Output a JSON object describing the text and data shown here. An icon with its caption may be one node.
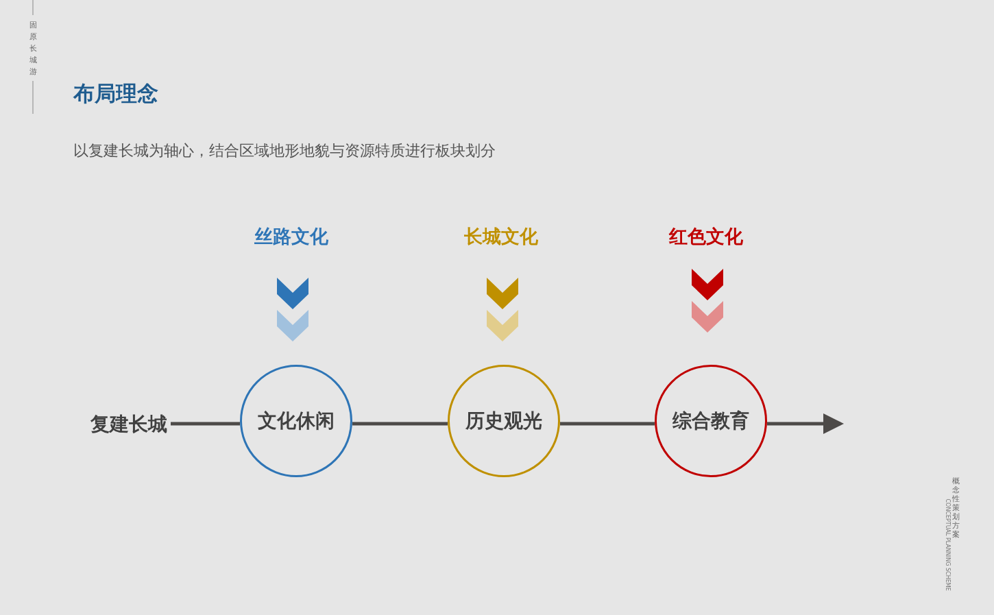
{
  "diagram": {
    "title": "布局理念",
    "nodes": [
      {
        "text": [
          "复建长城"
        ]
      },
      {
        "text": [
          "文化休闲"
        ]
      },
      {
        "text": [
          "历史观光"
        ]
      },
      {
        "text": [
          "综合教育"
        ]
      },
      {
        "text": [
          "丝路文化"
        ]
      },
      {
        "text": [
          "长城文化"
        ]
      },
      {
        "text": [
          "红色文化"
        ]
      }
    ],
    "edges": [
      {
        "from": 0,
        "to": 1,
        "arrow": "none"
      },
      {
        "from": 1,
        "to": 2,
        "arrow": "none"
      },
      {
        "from": 2,
        "to": 3,
        "arrow": "none"
      },
      {
        "from": 3,
        "to": null,
        "arrow": "to"
      },
      {
        "from": 4,
        "to": 1,
        "arrow": "to",
        "color": "#2e75b6"
      },
      {
        "from": 5,
        "to": 2,
        "arrow": "to",
        "color": "#bf9000"
      },
      {
        "from": 6,
        "to": 3,
        "arrow": "to",
        "color": "#c00000"
      }
    ],
    "labels": [
      "以复建长城为轴心，结合区域地形地貌与资源特质进行板块划分",
      "固原长城游",
      "概念性策划方案",
      "CONCEPTUAL PLANNING SCHEME"
    ]
  }
}
